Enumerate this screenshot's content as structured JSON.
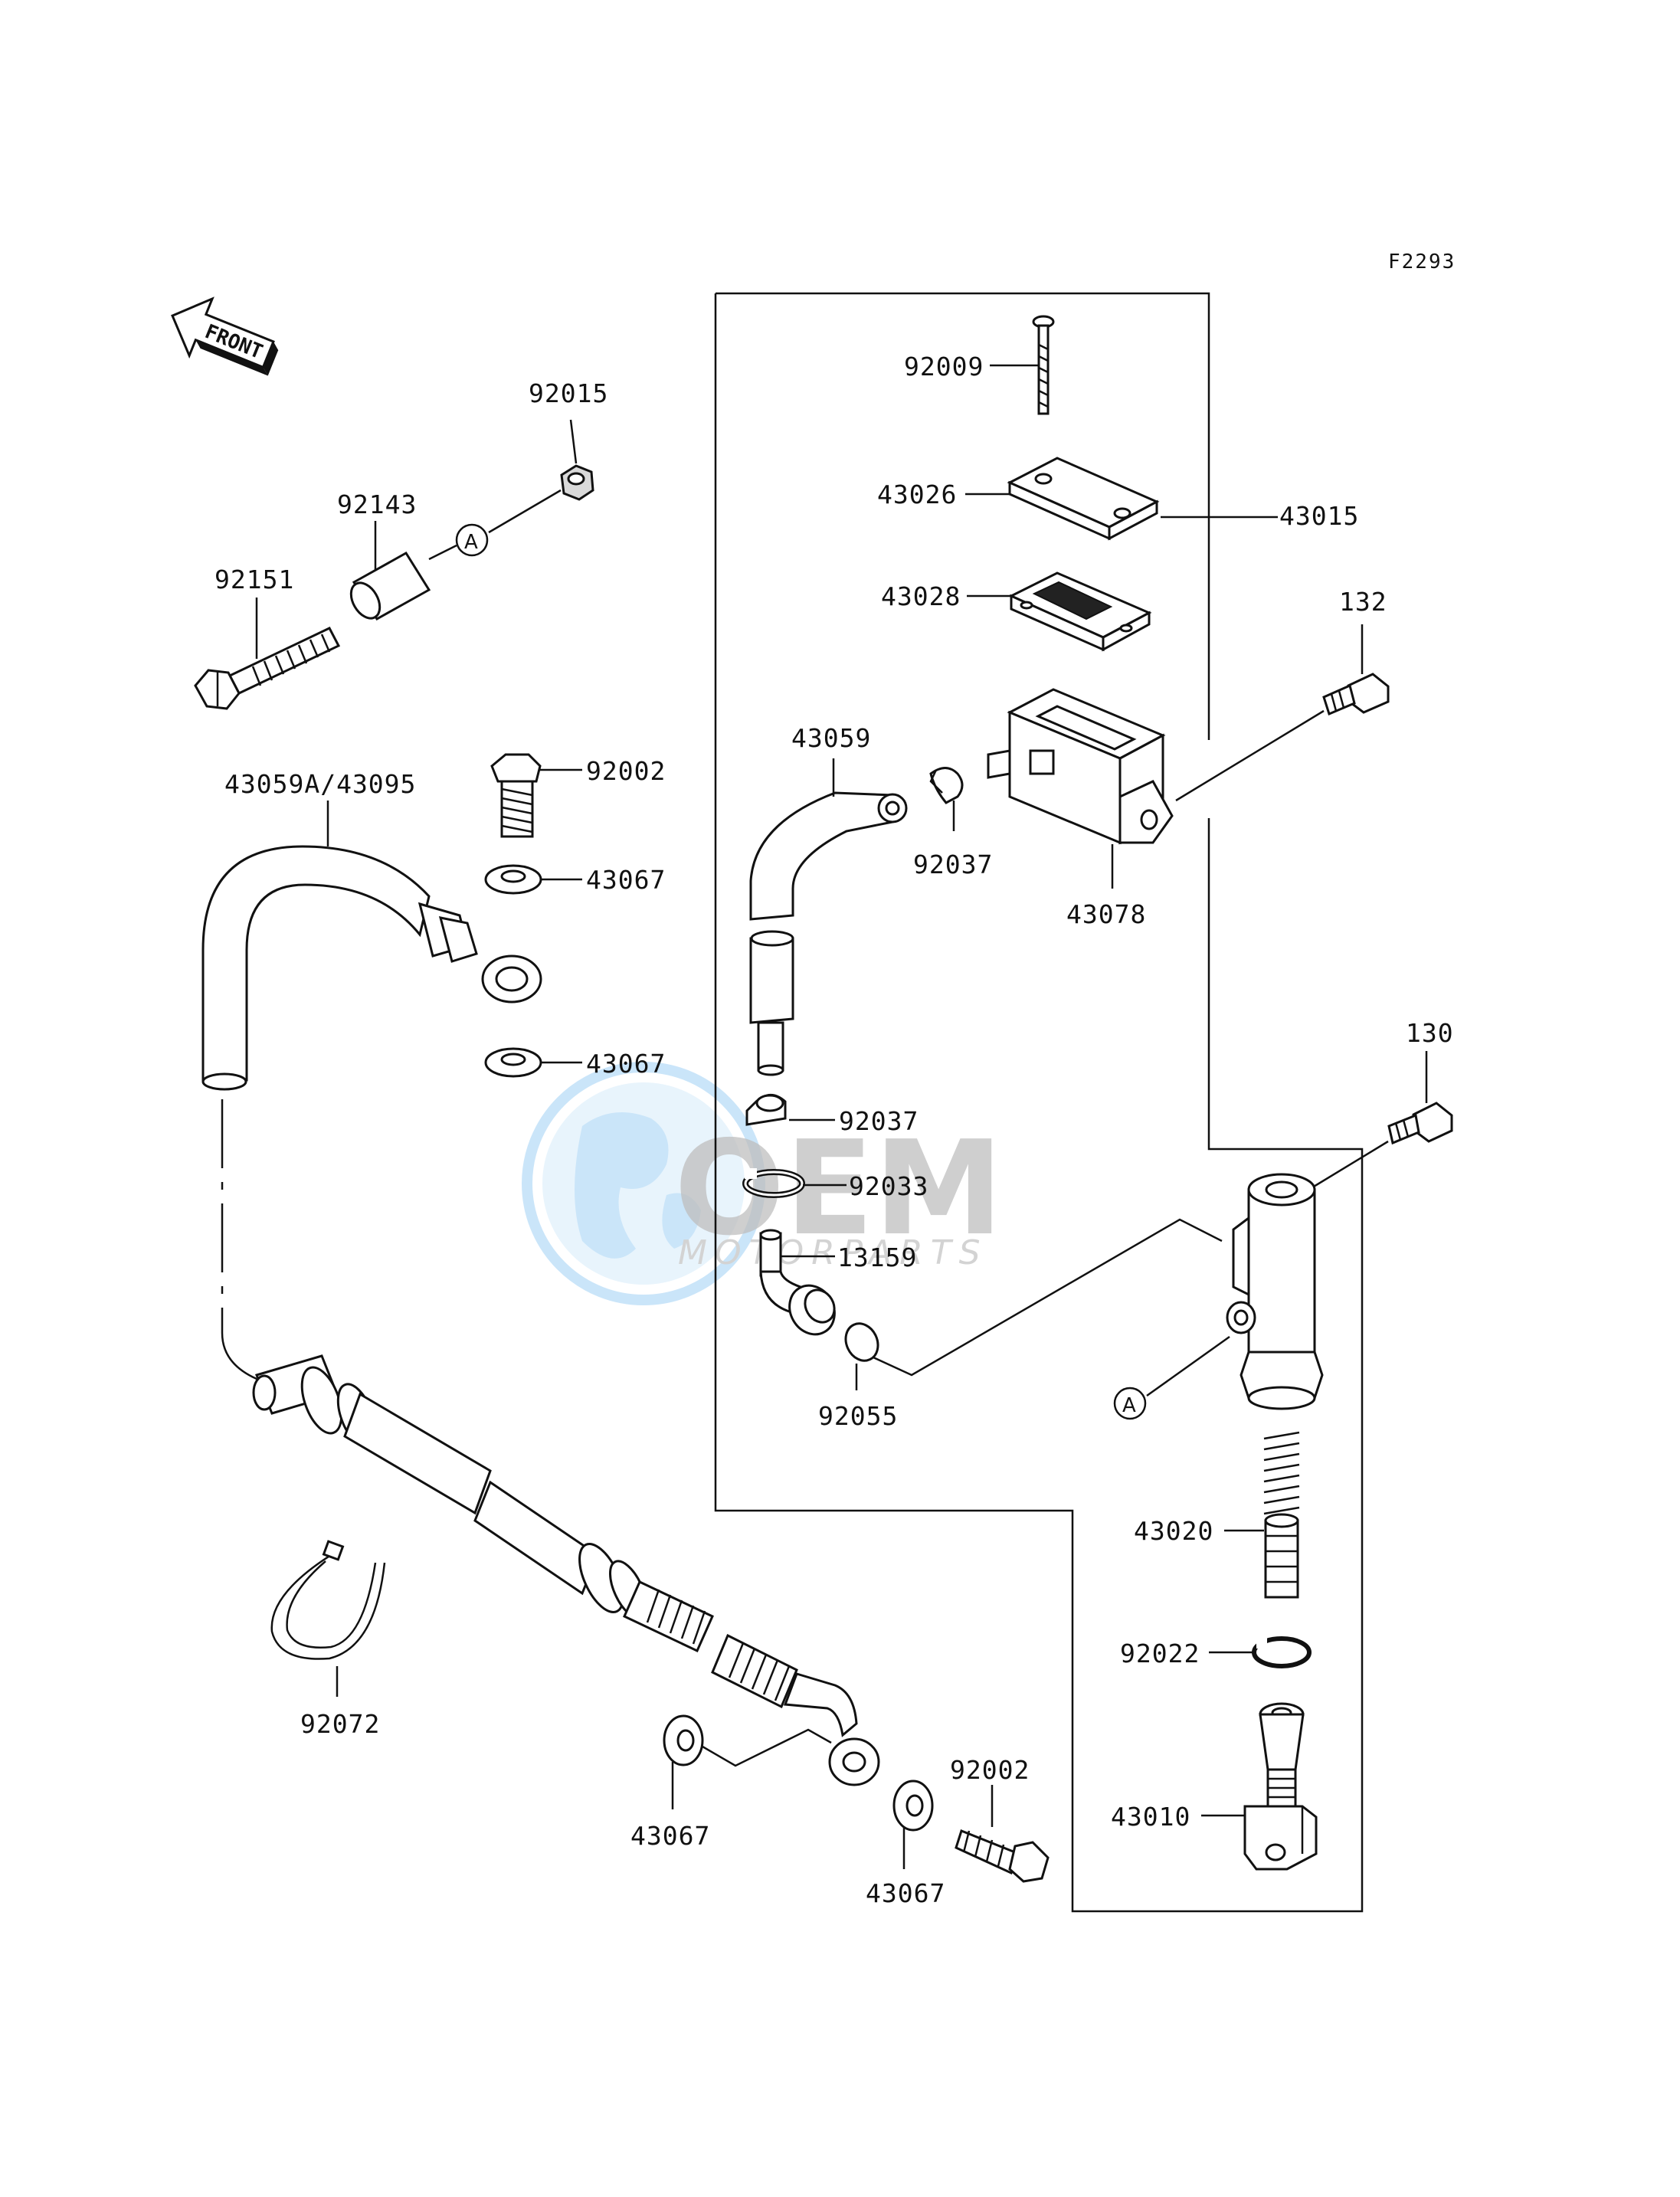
{
  "diagram": {
    "code": "F2293",
    "front_label": "FRONT",
    "ref_marker": "A",
    "parts": {
      "p92009": "92009",
      "p43026": "43026",
      "p43015": "43015",
      "p43028": "43028",
      "p132": "132",
      "p92015": "92015",
      "p92143": "92143",
      "p92151": "92151",
      "p92002_top": "92002",
      "p43059A_43095": "43059A/43095",
      "p43067_a": "43067",
      "p43067_b": "43067",
      "p43059": "43059",
      "p92037_a": "92037",
      "p43078": "43078",
      "p130": "130",
      "p92037_b": "92037",
      "p92033": "92033",
      "p13159": "13159",
      "p92055": "92055",
      "p43020": "43020",
      "p92022": "92022",
      "p92072": "92072",
      "p92002_bottom": "92002",
      "p43010": "43010",
      "p43067_c": "43067",
      "p43067_d": "43067"
    }
  },
  "watermark": {
    "brand": "OEM",
    "sub": "MOTORPARTS",
    "color_primary": "#1e90ff",
    "color_text": "#8a8a8a"
  }
}
